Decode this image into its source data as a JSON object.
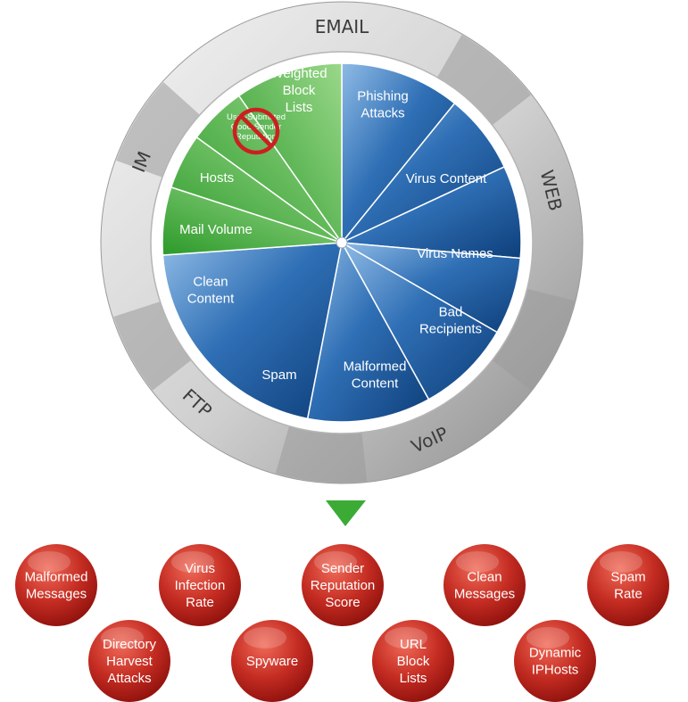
{
  "colors": {
    "ring_light": "#ececec",
    "ring_dark": "#8f8f8f",
    "blue_light": "#8fbbe6",
    "blue_dark": "#124a88",
    "green_light": "#8ed07d",
    "green_dark": "#2c9a2a",
    "ball_light": "#ee5a4a",
    "ball_dark": "#991410",
    "arrow": "#3cab36",
    "no_sign": "#cc2020"
  },
  "ring_labels": [
    {
      "text": "EMAIL"
    },
    {
      "text": "WEB"
    },
    {
      "text": "VoIP"
    },
    {
      "text": "FTP"
    },
    {
      "text": "IM"
    }
  ],
  "slices": [
    {
      "label": [
        "Phishing",
        "Attacks"
      ],
      "group": "blue"
    },
    {
      "label": [
        "Virus Content"
      ],
      "group": "blue"
    },
    {
      "label": [
        "Virus Names"
      ],
      "group": "blue"
    },
    {
      "label": [
        "Bad",
        "Recipients"
      ],
      "group": "blue"
    },
    {
      "label": [
        "Malformed",
        "Content"
      ],
      "group": "blue"
    },
    {
      "label": [
        "Spam"
      ],
      "group": "blue"
    },
    {
      "label": [
        "Clean",
        "Content"
      ],
      "group": "blue"
    },
    {
      "label": [
        "Mail Volume"
      ],
      "group": "green"
    },
    {
      "label": [
        "Hosts"
      ],
      "group": "green"
    },
    {
      "label": [
        "User-Submitted",
        "Good Sender",
        "Reputation"
      ],
      "group": "green",
      "crossed_out": true
    },
    {
      "label": [
        "Weighted",
        "Block",
        "Lists"
      ],
      "group": "green"
    }
  ],
  "outputs": [
    {
      "label": [
        "Malformed",
        "Messages"
      ]
    },
    {
      "label": [
        "Virus",
        "Infection",
        "Rate"
      ]
    },
    {
      "label": [
        "Sender",
        "Reputation",
        "Score"
      ]
    },
    {
      "label": [
        "Clean",
        "Messages"
      ]
    },
    {
      "label": [
        "Spam",
        "Rate"
      ]
    },
    {
      "label": [
        "Directory",
        "Harvest",
        "Attacks"
      ]
    },
    {
      "label": [
        "Spyware"
      ]
    },
    {
      "label": [
        "URL",
        "Block",
        "Lists"
      ]
    },
    {
      "label": [
        "Dynamic",
        "IPHosts"
      ]
    }
  ]
}
